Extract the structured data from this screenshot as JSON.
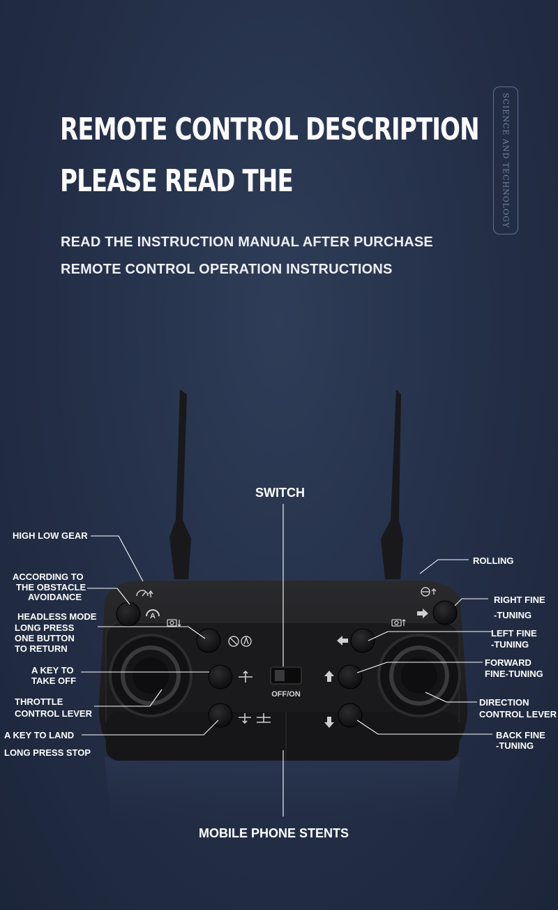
{
  "header": {
    "title_line1": "REMOTE CONTROL DESCRIPTION",
    "title_line2": "PLEASE READ THE",
    "subtitle_line1": "READ THE INSTRUCTION MANUAL AFTER PURCHASE",
    "subtitle_line2": "REMOTE CONTROL OPERATION INSTRUCTIONS",
    "side_tab": "SCIENCE AND TECHNOLOGY"
  },
  "colors": {
    "background": "#25314a",
    "controller_body": "#1e1e20",
    "leader_lines": "#ffffff"
  },
  "callouts": {
    "switch": "SWITCH",
    "off_on": "OFF/ON",
    "high_low_gear": "HIGH LOW GEAR",
    "rolling": "ROLLING",
    "obstacle_avoidance": [
      "ACCORDING TO",
      "THE OBSTACLE",
      "AVOIDANCE"
    ],
    "right_fine_tuning": [
      "RIGHT FINE",
      "-TUNING"
    ],
    "headless_mode": [
      "HEADLESS MODE",
      "LONG PRESS",
      "ONE BUTTON",
      "TO RETURN"
    ],
    "left_fine_tuning": [
      "LEFT FINE",
      "-TUNING"
    ],
    "take_off": [
      "A KEY TO",
      "TAKE OFF"
    ],
    "forward_fine_tuning": [
      "FORWARD",
      "FINE-TUNING"
    ],
    "throttle_lever": [
      "THROTTLE",
      "CONTROL LEVER"
    ],
    "direction_lever": [
      "DIRECTION",
      "CONTROL LEVER"
    ],
    "land": "A KEY TO LAND",
    "long_press_stop": "LONG PRESS STOP",
    "back_fine_tuning": [
      "BACK FINE",
      "-TUNING"
    ],
    "mobile_phone_stents": "MOBILE PHONE STENTS"
  },
  "icons": [
    "speed-gauge-icon",
    "auto-mode-icon",
    "camera-photo-icon",
    "camera-video-icon",
    "obstacle-avoid-icon",
    "headless-return-icon",
    "takeoff-drone-icon",
    "land-drone-icon",
    "arrow-right-icon",
    "arrow-left-icon",
    "arrow-up-icon",
    "arrow-down-icon",
    "flip-roll-icon"
  ]
}
